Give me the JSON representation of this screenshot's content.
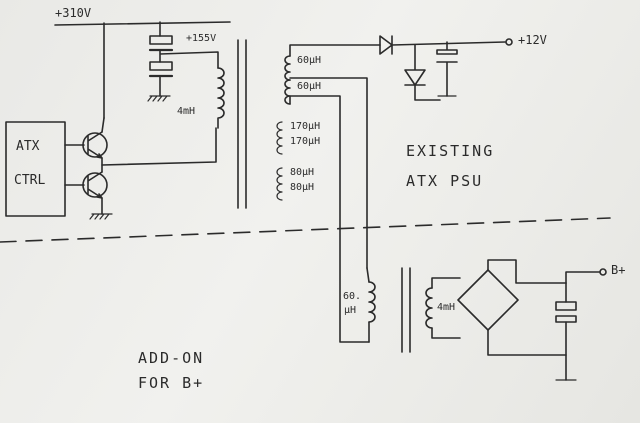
{
  "labels": {
    "supply_310": "+310V",
    "supply_155": "+155V",
    "ctrl_line1": "ATX",
    "ctrl_line2": "CTRL",
    "inductor_4mh_left": "4mH",
    "sec_60_a": "60μH",
    "sec_60_b": "60μH",
    "sec_170_a": "170μH",
    "sec_170_b": "170μH",
    "sec_80_a": "80μH",
    "sec_80_b": "80μH",
    "out_12v": "+12V",
    "existing_line1": "EXISTING",
    "existing_line2": "ATX PSU",
    "addon_line1": "ADD-ON",
    "addon_line2": "FOR B+",
    "addon_ind_a": "60.",
    "addon_ind_b": "μH",
    "inductor_4mh_right": "4mH",
    "out_bplus": "B+"
  }
}
